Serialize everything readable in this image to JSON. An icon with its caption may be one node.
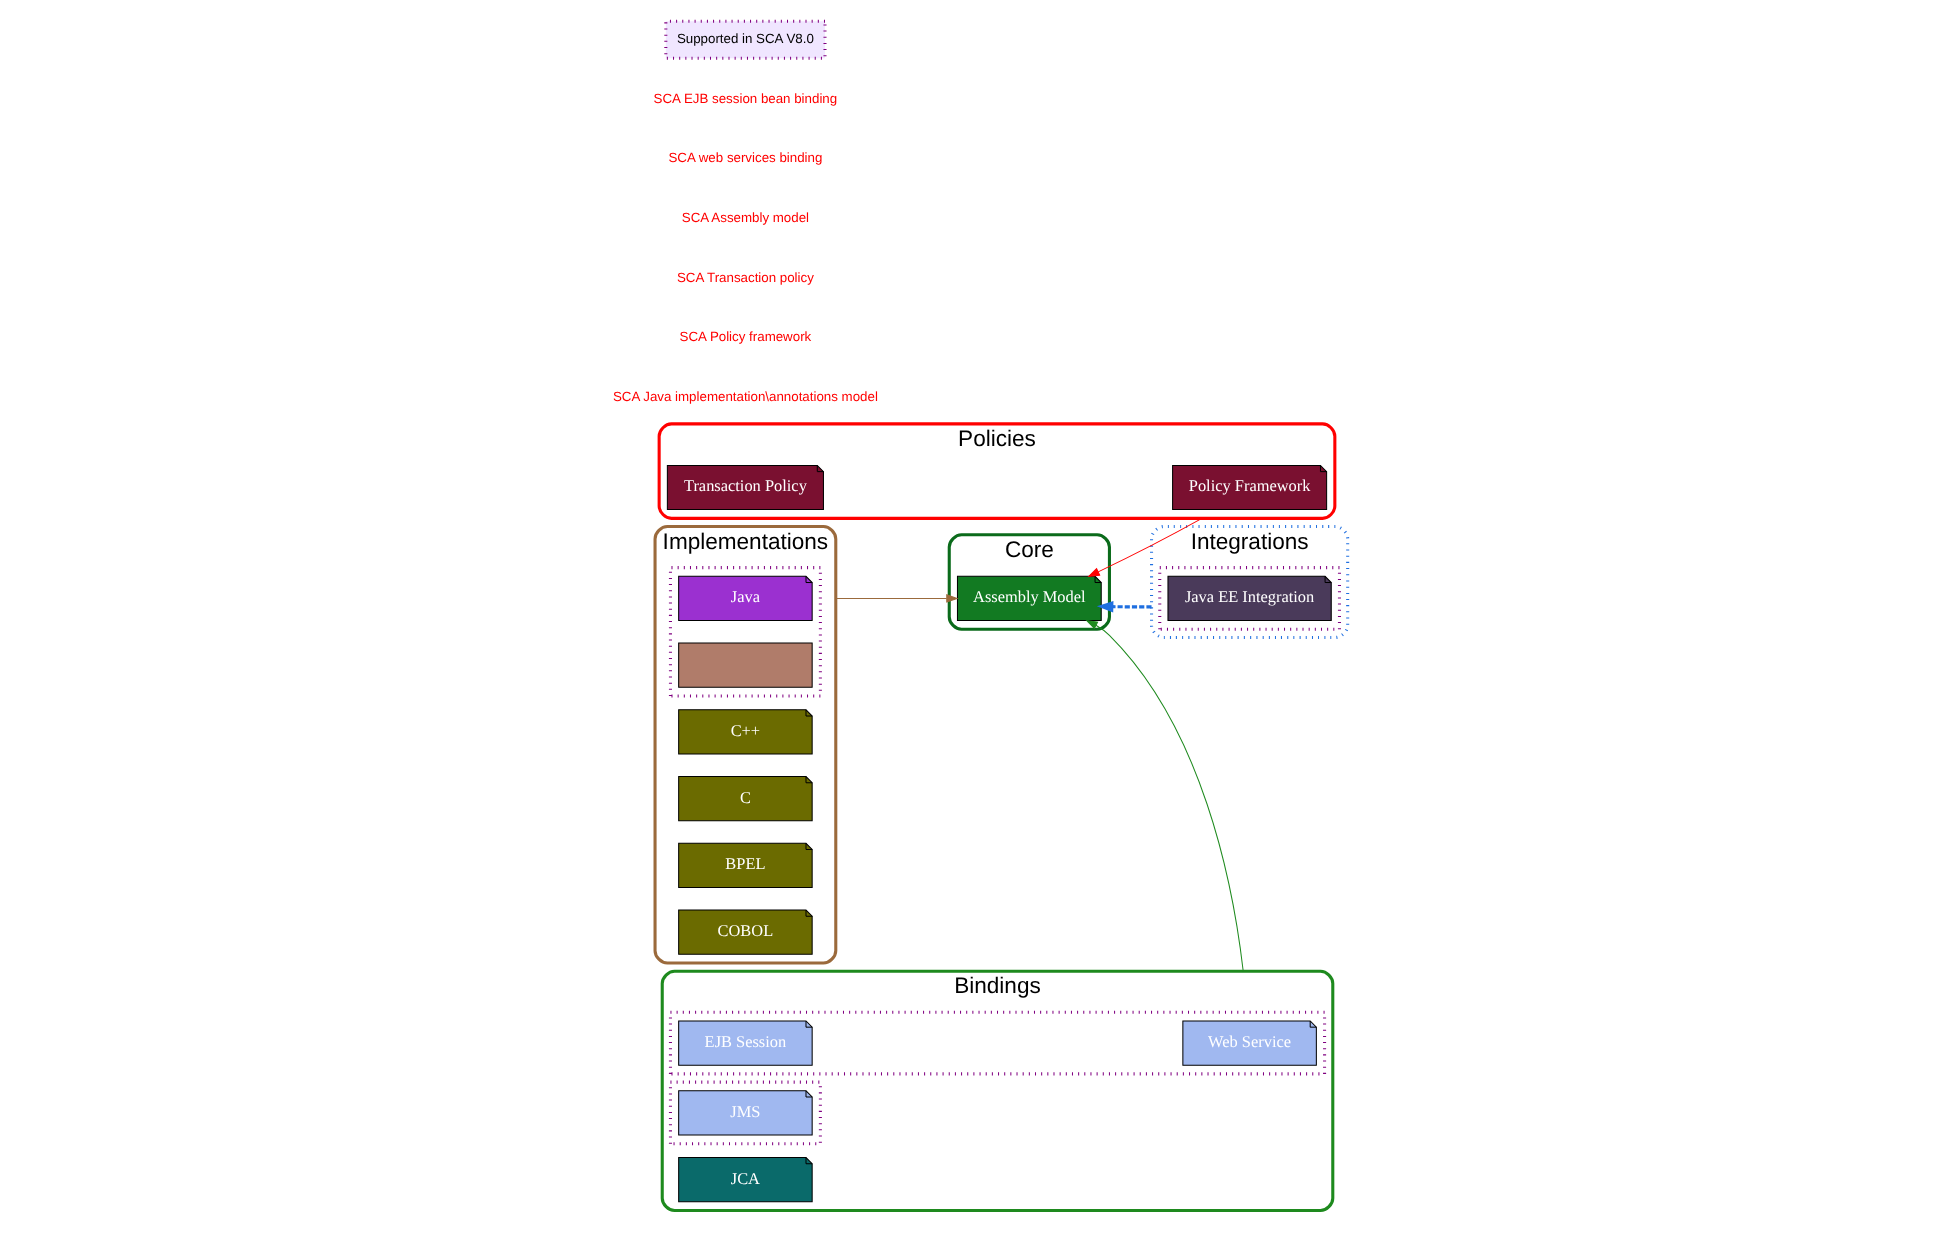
{
  "diagram": {
    "nodes": [
      {
        "text": [
          "Implementations"
        ]
      },
      {
        "text": [],
        "shape": "box",
        "in": 0
      },
      {
        "text": [
          "Java"
        ],
        "in": 1
      },
      {
        "text": [],
        "shape": "box",
        "in": 1
      },
      {
        "text": [
          "C++"
        ],
        "in": 0
      },
      {
        "text": [
          "C"
        ],
        "in": 0
      },
      {
        "text": [
          "BPEL"
        ],
        "in": 0
      },
      {
        "text": [
          "COBOL"
        ],
        "in": 0
      },
      {
        "text": [
          "Core"
        ]
      },
      {
        "text": [
          "Assembly Model"
        ],
        "in": 8
      },
      {
        "text": [
          "Policies"
        ]
      },
      {
        "text": [
          "Policy Framework"
        ],
        "in": 10
      },
      {
        "text": [
          "Transaction Policy"
        ],
        "in": 10
      },
      {
        "text": [
          "Bindings"
        ]
      },
      {
        "text": [],
        "shape": "box",
        "in": 13
      },
      {
        "text": [
          "Web Service"
        ],
        "in": 14
      },
      {
        "text": [
          "EJB Session"
        ],
        "in": 14
      },
      {
        "text": [
          "JCA"
        ],
        "in": 13
      },
      {
        "text": [],
        "shape": "box",
        "in": 13
      },
      {
        "text": [
          "JMS"
        ],
        "in": 18
      },
      {
        "text": [
          "Integrations"
        ]
      },
      {
        "text": [],
        "shape": "box",
        "in": 20
      },
      {
        "text": [
          "Java EE Integration"
        ],
        "in": 21
      }
    ],
    "edges": [
      {
        "from": 0,
        "to": 9,
        "arrow": "to",
        "color": "#9b6a3c"
      },
      {
        "from": 10,
        "to": 9,
        "arrow": "to",
        "color": "#ff0000"
      },
      {
        "from": 13,
        "to": 9,
        "arrow": "to",
        "color": "#1e8a1e"
      },
      {
        "from": 20,
        "to": 9,
        "arrow": "to",
        "style": "dashed",
        "color": "#1f6fe0"
      }
    ],
    "labels": [
      "SCA Java implementation\\annotations model",
      "SCA Policy framework",
      "SCA Transaction policy",
      "SCA Assembly model",
      "SCA web services binding",
      "SCA EJB session bean binding"
    ],
    "legend": [
      {
        "text": "Supported in SCA V8.0"
      }
    ]
  }
}
